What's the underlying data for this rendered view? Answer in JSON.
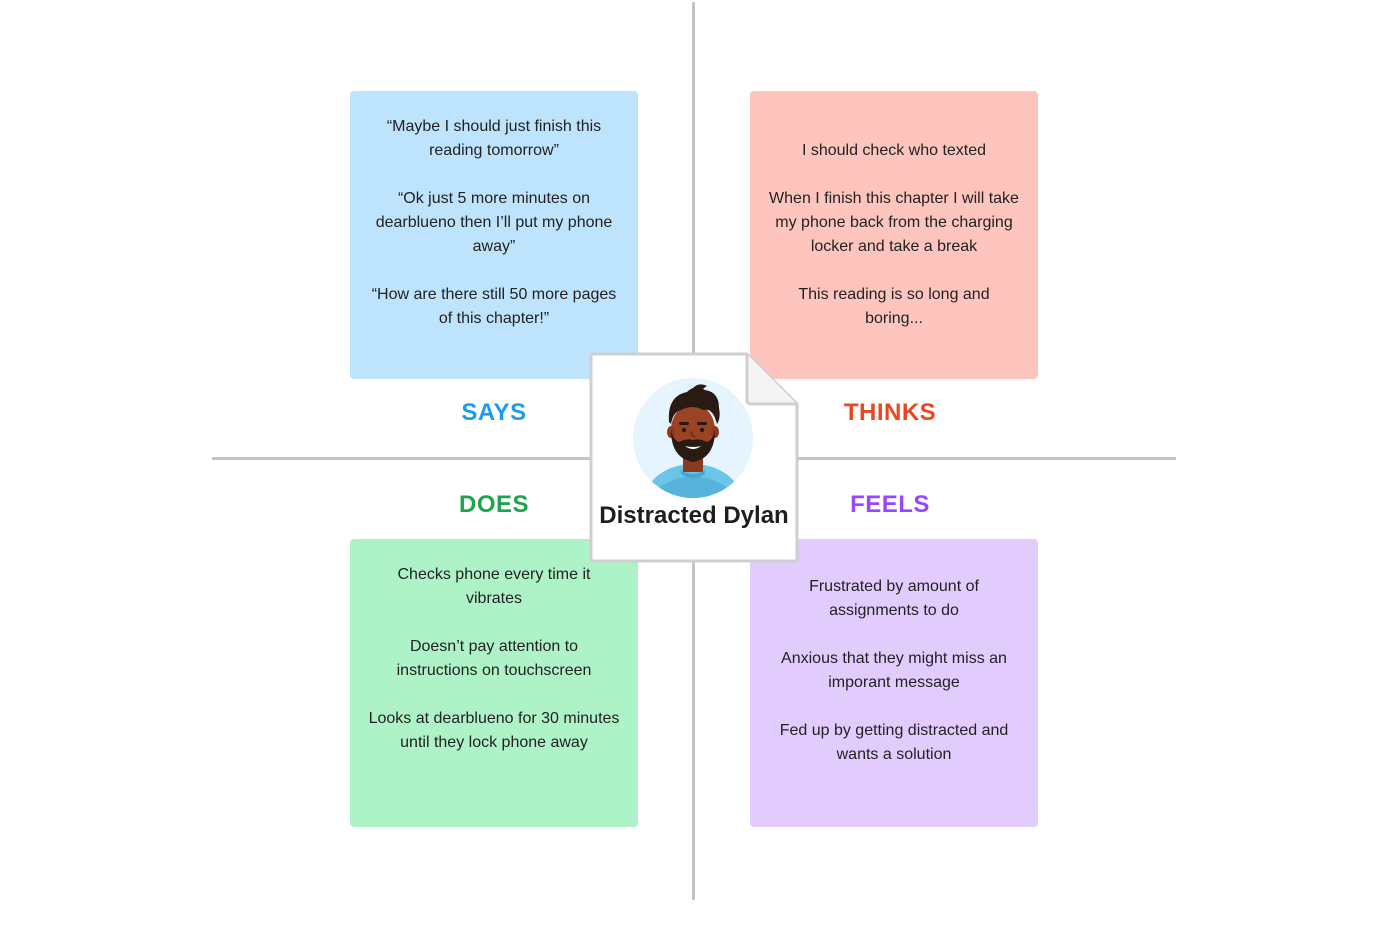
{
  "persona": {
    "name": "Distracted Dylan",
    "avatar_icon": "person-avatar-icon"
  },
  "quadrants": {
    "says": {
      "label": "SAYS",
      "color": "#1d9bf0",
      "note_color": "#bee3fc",
      "items": [
        "“Maybe I should just finish this reading tomorrow”",
        "“Ok just 5 more minutes on dearblueno then I’ll put my phone away”",
        "“How are there still 50 more pages of this chapter!”"
      ]
    },
    "thinks": {
      "label": "THINKS",
      "color": "#ec4522",
      "note_color": "#fec5be",
      "items": [
        "I should check who texted",
        "When I finish this chapter I will take my phone back from the charging locker and take a break",
        "This reading is so long and boring..."
      ]
    },
    "does": {
      "label": "DOES",
      "color": "#1ea34f",
      "note_color": "#aef3c8",
      "items": [
        "Checks phone every time it vibrates",
        "Doesn’t pay attention to instructions on touchscreen",
        "Looks at dearblueno for 30 minutes until they lock phone away"
      ]
    },
    "feels": {
      "label": "FEELS",
      "color": "#9747ff",
      "note_color": "#e2cbfd",
      "items": [
        "Frustrated by amount of assignments to do",
        "Anxious that they might miss an imporant message",
        "Fed up by getting distracted and wants a solution"
      ]
    }
  }
}
